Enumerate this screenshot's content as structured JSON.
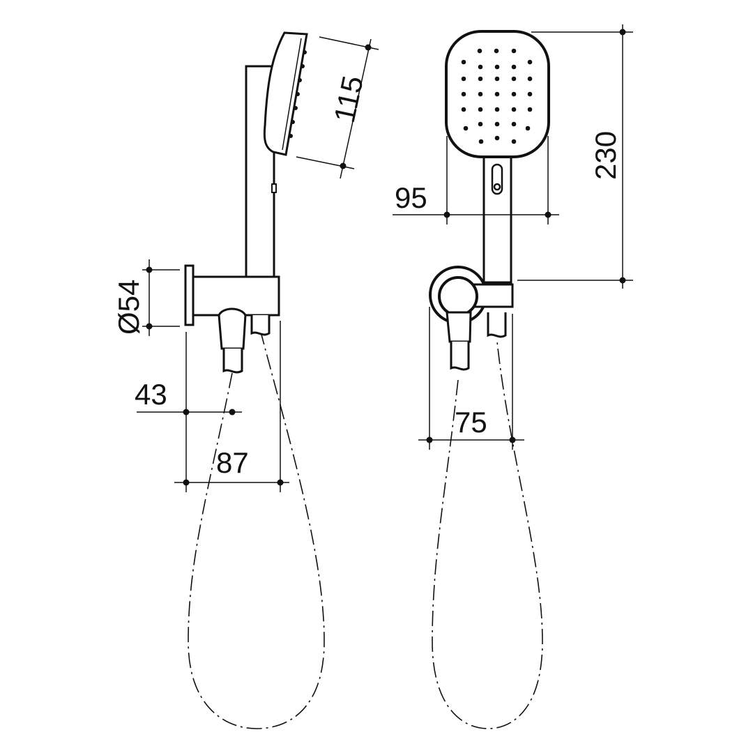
{
  "dimensions": {
    "head_length": "115",
    "overall_height": "230",
    "head_width": "95",
    "flange_diameter": "Ø54",
    "outlet_offset": "43",
    "projection": "87",
    "bracket_width": "75"
  },
  "colors": {
    "line": "#111111",
    "background": "#ffffff"
  }
}
